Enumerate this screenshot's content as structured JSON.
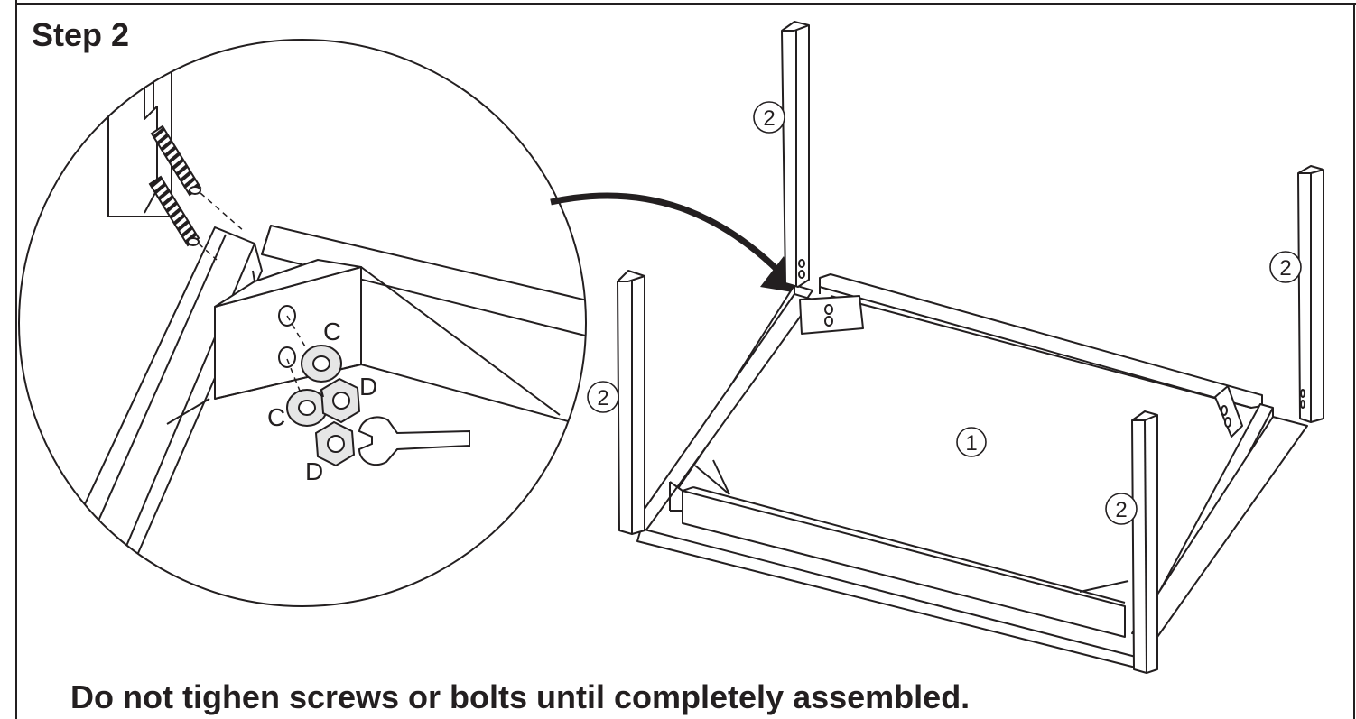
{
  "step": {
    "title": "Step 2"
  },
  "instruction": {
    "note": "Do not tighen screws or bolts until completely assembled."
  },
  "callouts": {
    "frame": "1",
    "leg": "2",
    "washer": "C",
    "nut": "D"
  },
  "colors": {
    "ink": "#231f20",
    "paper": "#ffffff",
    "hardware": "#e6e6e6"
  }
}
